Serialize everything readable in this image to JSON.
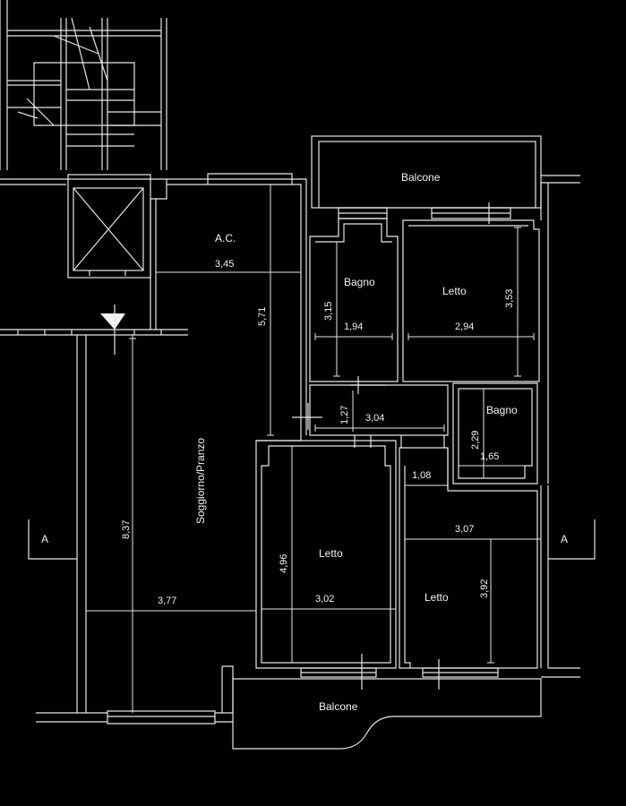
{
  "colors": {
    "background": "#000000",
    "line": "#e6e6e6",
    "text": "#f2f2f2"
  },
  "rooms": {
    "balcone_top": "Balcone",
    "ac": "A.C.",
    "bagno_1": "Bagno",
    "letto_1": "Letto",
    "bagno_2": "Bagno",
    "soggiorno": "Soggiorno/Pranzo",
    "letto_2": "Letto",
    "letto_3": "Letto",
    "balcone_bottom": "Balcone"
  },
  "dimensions": {
    "ac_width": "3,45",
    "ac_height": "5,71",
    "bagno1_height": "3,15",
    "bagno1_width": "1,94",
    "letto1_width": "2,94",
    "letto1_height": "3,53",
    "corridor_height": "1,27",
    "corridor_width": "3,04",
    "bagno2_height": "2,29",
    "bagno2_width": "1,65",
    "passage_width": "1,08",
    "soggiorno_height": "8,37",
    "soggiorno_width": "3,77",
    "letto2_height": "4,96",
    "letto2_width": "3,02",
    "letto3_width": "3,07",
    "letto3_height": "3,92"
  },
  "section_marks": {
    "left": "A",
    "right": "A"
  }
}
